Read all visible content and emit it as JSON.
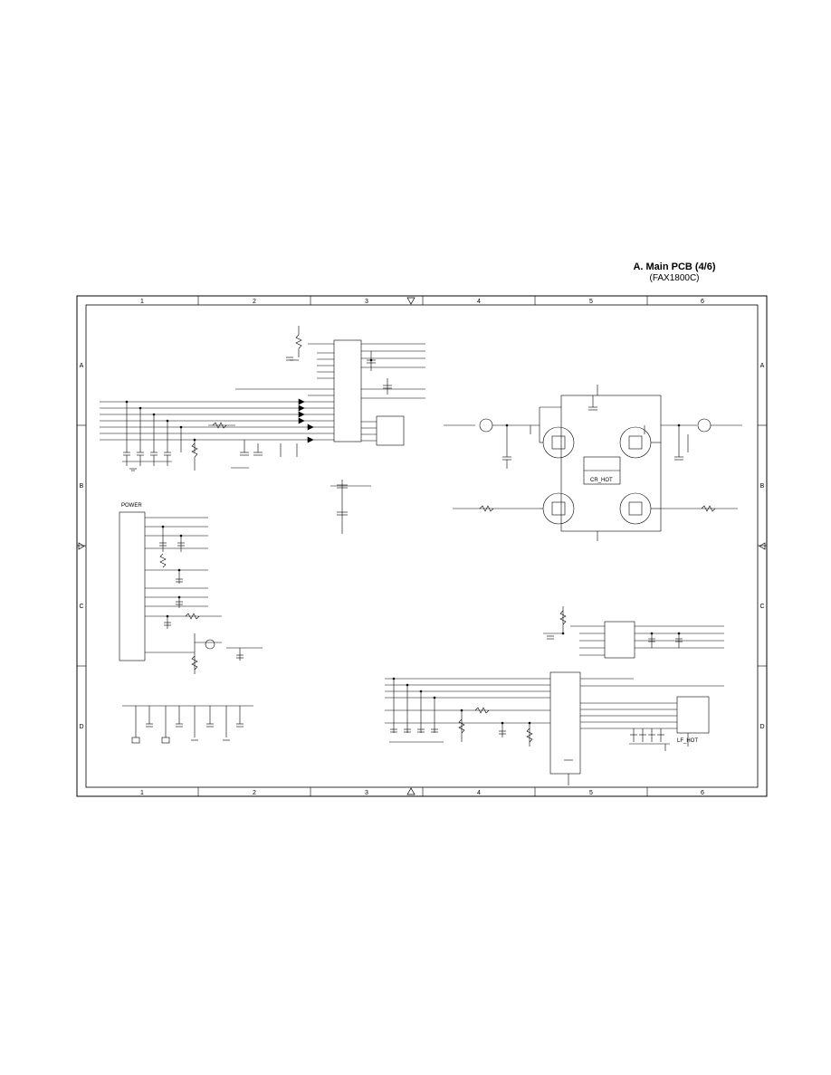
{
  "header": {
    "title": "A. Main PCB (4/6)",
    "subtitle": "(FAX1800C)"
  },
  "frame": {
    "columns": [
      "1",
      "2",
      "3",
      "4",
      "5",
      "6"
    ],
    "rows": [
      "A",
      "B",
      "C",
      "D"
    ]
  },
  "blocks": {
    "power": {
      "label": "POWER"
    },
    "cr_hot": {
      "label": "CR_HOT"
    },
    "lf_hot": {
      "label": "LF_HOT"
    }
  }
}
